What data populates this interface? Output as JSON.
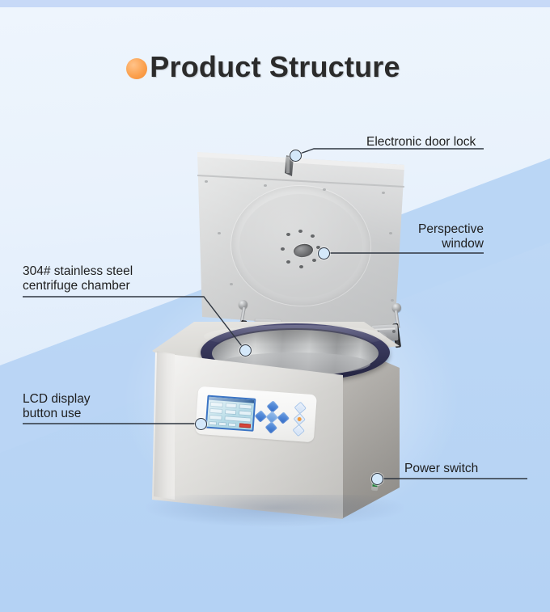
{
  "page": {
    "title": "Product Structure",
    "accent_dot_color": "#f58a2e",
    "title_color": "#2b2b2b",
    "background_top_color": "#c7d9f7",
    "background_color": "#e9f2fc",
    "floor_color": "#b7d4f4"
  },
  "product": {
    "name": "Benchtop laboratory centrifuge",
    "body_color": "#e6e5e2",
    "chamber_rim_color": "#2d2d4c",
    "chamber_bowl_color": "#c8cacb",
    "panel_color": "#fdfdfd",
    "lcd_border_color": "#3b74c4",
    "lcd_screen_color": "#bcdfe9",
    "keypad_color": "#2c66c4",
    "keypad_accent_color": "#f09a3c",
    "power_switch_color": "#2f9d4a"
  },
  "callouts": [
    {
      "id": "electronic-door-lock",
      "label": "Electronic door lock",
      "align": "left",
      "target": "lid top latch"
    },
    {
      "id": "perspective-window",
      "label": "Perspective\nwindow",
      "align": "right",
      "target": "lid center window"
    },
    {
      "id": "stainless-steel-chamber",
      "label": "304# stainless steel\ncentrifuge chamber",
      "align": "left",
      "target": "chamber bowl rim"
    },
    {
      "id": "lcd-display",
      "label": "LCD display\nbutton use",
      "align": "left",
      "target": "control panel"
    },
    {
      "id": "power-switch",
      "label": "Power switch",
      "align": "left",
      "target": "side power rocker"
    }
  ]
}
